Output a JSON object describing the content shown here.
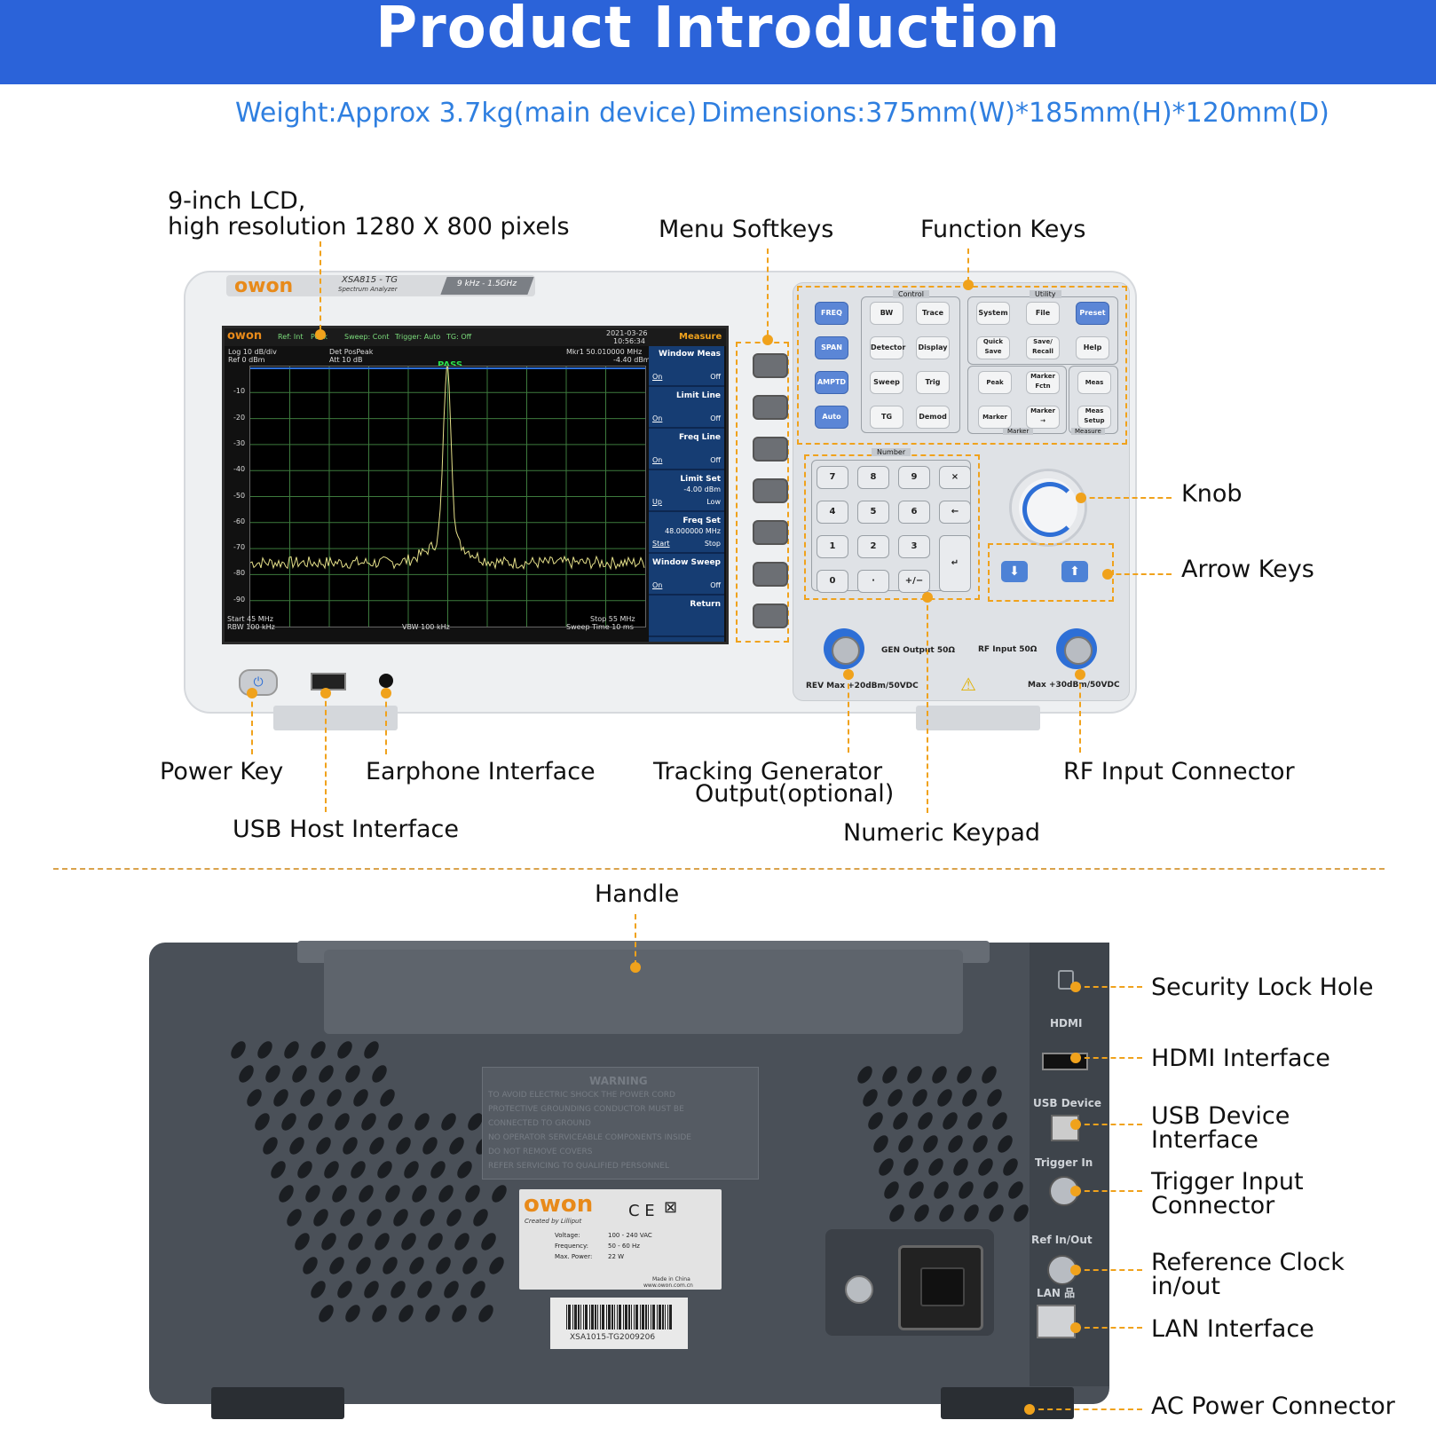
{
  "header": {
    "title": "Product Introduction"
  },
  "specs": {
    "weight": "Weight:Approx 3.7kg(main device)",
    "dimensions": "Dimensions:375mm(W)*185mm(H)*120mm(D)"
  },
  "front_labels": {
    "lcd_line1": "9-inch LCD,",
    "lcd_line2": "high resolution 1280 X 800 pixels",
    "menu_softkeys": "Menu Softkeys",
    "function_keys": "Function Keys",
    "knob": "Knob",
    "arrow_keys": "Arrow Keys",
    "power_key": "Power Key",
    "earphone": "Earphone Interface",
    "tracking_gen_line1": "Tracking Generator",
    "tracking_gen_line2": "Output(optional)",
    "rf_input": "RF Input Connector",
    "usb_host": "USB Host Interface",
    "numeric_keypad": "Numeric Keypad"
  },
  "rear_labels": {
    "handle": "Handle",
    "security_lock": "Security Lock Hole",
    "hdmi": "HDMI Interface",
    "usb_device_line1": "USB Device",
    "usb_device_line2": "Interface",
    "trigger_line1": "Trigger Input",
    "trigger_line2": "Connector",
    "refclock_line1": "Reference Clock",
    "refclock_line2": "in/out",
    "lan": "LAN Interface",
    "ac_power": "AC Power Connector"
  },
  "device_front": {
    "brand": "owon",
    "model": "XSA815 - TG",
    "model_sub": "Spectrum Analyzer",
    "freq_range": "9 kHz - 1.5GHz",
    "screen": {
      "logo": "owon",
      "status": [
        "Ref: Int",
        "Peak",
        "Sweep: Cont",
        "Trigger: Auto",
        "TG: Off"
      ],
      "datetime_1": "2021-03-26",
      "datetime_2": "10:56:34",
      "scale_1": "Log 10 dB/div",
      "scale_2": "Ref 0 dBm",
      "det_1": "Det PosPeak",
      "det_2": "Att 10 dB",
      "marker_1": "Mkr1  50.010000 MHz",
      "marker_2": "-4.40 dBm",
      "pass": "PASS",
      "y_ticks": [
        "-10",
        "-20",
        "-30",
        "-40",
        "-50",
        "-60",
        "-70",
        "-80",
        "-90"
      ],
      "bottom_left_1": "Start 45 MHz",
      "bottom_left_2": "RBW 100 kHz",
      "bottom_mid": "VBW 100 kHz",
      "bottom_right_1": "Stop 55 MHz",
      "bottom_right_2": "Sweep Time 10 ms",
      "menu_title": "Measure",
      "menu": [
        {
          "title": "Window Meas",
          "left": "On",
          "right": "Off"
        },
        {
          "title": "Limit Line",
          "left": "On",
          "right": "Off"
        },
        {
          "title": "Freq Line",
          "left": "On",
          "right": "Off"
        },
        {
          "title": "Limit Set",
          "sub": "-4.00 dBm",
          "left": "Up",
          "right": "Low"
        },
        {
          "title": "Freq Set",
          "sub": "48.000000 MHz",
          "left": "Start",
          "right": "Stop"
        },
        {
          "title": "Window Sweep",
          "left": "On",
          "right": "Off"
        },
        {
          "title": "Return",
          "left": "",
          "right": ""
        }
      ]
    },
    "keys": {
      "blue_col": [
        "FREQ",
        "SPAN",
        "AMPTD",
        "Auto"
      ],
      "control_label": "Control",
      "control": [
        "BW",
        "Trace",
        "Detector",
        "Display",
        "Sweep",
        "Trig",
        "TG",
        "Demod"
      ],
      "utility_label": "Utility",
      "utility": [
        "System",
        "File",
        "Preset",
        "Quick Save",
        "Save/ Recall",
        "Help"
      ],
      "marker_keys": [
        "Peak",
        "Marker Fctn",
        "Marker",
        "Marker →"
      ],
      "measure_keys": [
        "Meas",
        "Meas Setup"
      ],
      "marker_label": "Marker",
      "measure_label": "Measure",
      "number_label": "Number",
      "numpad": [
        "7",
        "8",
        "9",
        "×",
        "4",
        "5",
        "6",
        "←",
        "1",
        "2",
        "3",
        "↵",
        "0",
        "·",
        "+/−"
      ],
      "arrow_down": "⬇",
      "arrow_up": "⬆"
    },
    "connectors": {
      "gen_output": "GEN Output 50Ω",
      "rf_input": "RF Input 50Ω",
      "rev_max": "REV Max +20dBm/50VDC",
      "max": "Max +30dBm/50VDC"
    }
  },
  "device_rear": {
    "warning_title": "WARNING",
    "warning_lines": [
      "TO AVOID ELECTRIC SHOCK THE POWER CORD",
      "PROTECTIVE GROUNDING CONDUCTOR MUST BE",
      "CONNECTED TO GROUND",
      "NO OPERATOR SERVICEABLE COMPONENTS INSIDE",
      "DO NOT REMOVE COVERS",
      "REFER SERVICING TO QUALIFIED PERSONNEL"
    ],
    "plate_brand": "owon",
    "plate_sub": "Created by Lilliput",
    "plate_rows": [
      {
        "k": "Voltage:",
        "v": "100 - 240 VAC"
      },
      {
        "k": "Frequency:",
        "v": "50 - 60 Hz"
      },
      {
        "k": "Max. Power:",
        "v": "22 W"
      }
    ],
    "plate_made": "Made in China",
    "plate_url": "www.owon.com.cn",
    "ce_mark": "C E",
    "barcode_text": "XSA1015-TG2009206",
    "ports": {
      "hdmi": "HDMI",
      "usb_device": "USB Device",
      "trigger_in": "Trigger In",
      "ref_inout": "Ref In/Out",
      "lan": "LAN 品"
    }
  }
}
